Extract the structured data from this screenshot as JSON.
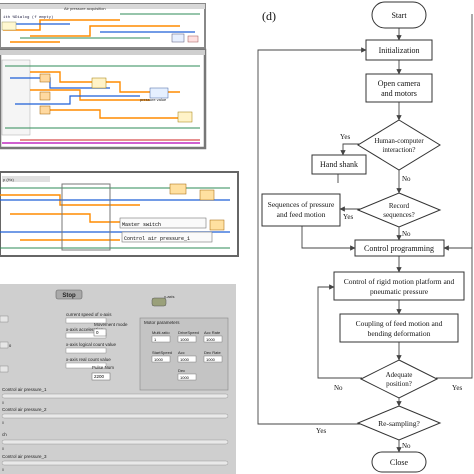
{
  "block_diagram": {
    "frame_title": "Air pressure acquisition",
    "label_dialog": "ith %Dialog (f empty)",
    "label_pressure_value": "pressure value",
    "label_master_switch": "Master switch",
    "label_control_air": "Control air pressure_1",
    "label_freq": "p (Hz)"
  },
  "front_panel": {
    "stop_button": "Stop",
    "axis_label": "x-axis",
    "current_speed": "current speed of x-axis",
    "x_accel": "x-axis acceleration",
    "x_logical": "x-axis logical count value",
    "x_real": "x-axis real count value",
    "movement_mode_label": "Movement mode",
    "movement_mode_value": "0",
    "pulse_num_label": "Pulse Num",
    "pulse_num_value": "2200",
    "motor_params_title": "Motor parameters",
    "params": [
      {
        "label": "Multi-ratio",
        "value": "1"
      },
      {
        "label": "DriveSpeed",
        "value": "1000"
      },
      {
        "label": "Acc Rate",
        "value": "1000"
      },
      {
        "label": "StartSpeed",
        "value": "1000"
      },
      {
        "label": "Acc",
        "value": "1000"
      },
      {
        "label": "Dec Rate",
        "value": "1000"
      },
      {
        "label": "Dec",
        "value": "1000"
      }
    ],
    "control_air_1": "Control air pressure_1",
    "control_air_2": "Control air pressure_2",
    "control_air_3": "Control air pressure_3",
    "slider_values": [
      "0",
      "0",
      "0",
      "0"
    ],
    "left_value": "0",
    "ch_label": "ch"
  },
  "flowchart": {
    "panel_label": "(d)",
    "start": "Start",
    "initialization": "Initialization",
    "open_camera_line1": "Open camera",
    "open_camera_line2": "and motors",
    "hci_line1": "Human-computer",
    "hci_line2": "interaction?",
    "hand_shank": "Hand shank",
    "record_line1": "Record",
    "record_line2": "sequences?",
    "seq_line1": "Sequences of pressure",
    "seq_line2": "and feed motion",
    "control_programming": "Control programming",
    "rigid_line1": "Control of rigid motion platform and",
    "rigid_line2": "pneumatic pressure",
    "coupling_line1": "Coupling of feed motion and",
    "coupling_line2": "bending deformation",
    "adequate_line1": "Adequate",
    "adequate_line2": "position?",
    "resampling": "Re-sampling?",
    "close": "Close",
    "yes": "Yes",
    "no": "No"
  }
}
